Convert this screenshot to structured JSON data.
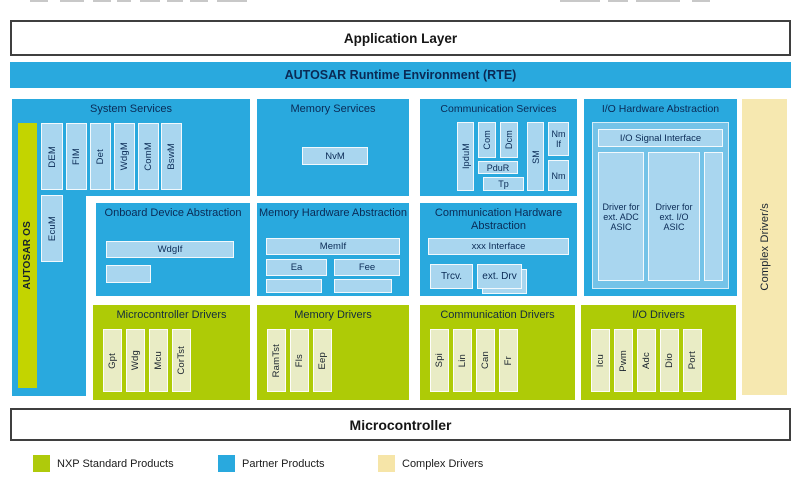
{
  "top": {
    "application_layer": "Application Layer",
    "rte": "AUTOSAR Runtime Environment (RTE)"
  },
  "blocks": {
    "system_services": {
      "title": "System Services",
      "os": "AUTOSAR OS",
      "modules": [
        "DEM",
        "FIM",
        "Det",
        "WdgM",
        "ComM",
        "BswM"
      ],
      "ecum": "EcuM"
    },
    "memory_services": {
      "title": "Memory Services",
      "nvm": "NvM"
    },
    "communication_services": {
      "title": "Communication Services",
      "ipdum": "IpduM",
      "com": "Com",
      "dcm": "Dcm",
      "pdur": "PduR",
      "tp": "Tp",
      "sm": "SM",
      "nm_if": "Nm If",
      "nm": "Nm"
    },
    "io_hw_abstraction": {
      "title": "I/O Hardware Abstraction",
      "signal_interface": "I/O Signal Interface",
      "driver_adc": "Driver for ext. ADC ASIC",
      "driver_io": "Driver for ext. I/O ASIC"
    },
    "complex_drivers": {
      "label": "Complex Driver/s"
    },
    "onboard_device_abstraction": {
      "title": "Onboard Device Abstraction",
      "wdgif": "WdgIf"
    },
    "memory_hw_abstraction": {
      "title": "Memory Hardware Abstraction",
      "memif": "MemIf",
      "ea": "Ea",
      "fee": "Fee"
    },
    "communication_hw_abstraction": {
      "title": "Communication Hardware Abstraction",
      "xxx_interface": "xxx Interface",
      "trcv": "Trcv.",
      "ext_drv": "ext. Drv"
    },
    "microcontroller_drivers": {
      "title": "Microcontroller Drivers",
      "modules": [
        "Gpt",
        "Wdg",
        "Mcu",
        "CorTst"
      ]
    },
    "memory_drivers": {
      "title": "Memory Drivers",
      "modules": [
        "RamTst",
        "Fls",
        "Eep"
      ]
    },
    "communication_drivers": {
      "title": "Communication Drivers",
      "modules": [
        "Spi",
        "Lin",
        "Can",
        "Fr"
      ]
    },
    "io_drivers": {
      "title": "I/O Drivers",
      "modules": [
        "Icu",
        "Pwm",
        "Adc",
        "Dio",
        "Port"
      ]
    }
  },
  "bottom": {
    "microcontroller": "Microcontroller"
  },
  "legend": [
    {
      "label": "NXP Standard Products",
      "color": "#AFCA0B"
    },
    {
      "label": "Partner Products",
      "color": "#29A9DE"
    },
    {
      "label": "Complex Drivers",
      "color": "#F6E5A8"
    }
  ],
  "colors": {
    "partner_blue": "#29A9DE",
    "module_light_blue": "#A9D6EF",
    "io_panel_blue": "#74C3E8",
    "nxp_green": "#AECB06",
    "autosar_os_strip": "#C3D400",
    "module_pale_green": "#E9ECC5",
    "complex_cream": "#F6E8B0",
    "navy_text": "#0A2A55"
  }
}
